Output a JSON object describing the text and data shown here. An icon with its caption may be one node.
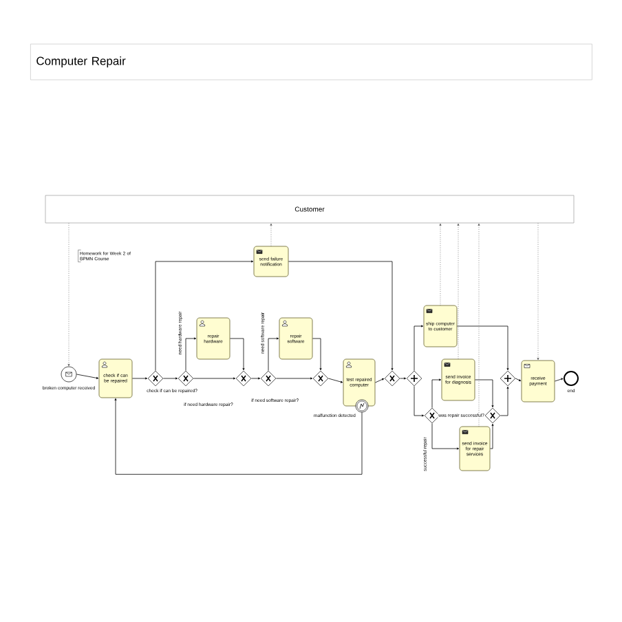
{
  "diagram": {
    "title": "Computer Repair",
    "nodes": [
      {
        "text": [
          "Customer"
        ]
      },
      {
        "text": [
          "Homework for Week 2 of BPMN Course"
        ]
      },
      {
        "text": [],
        "shape": "circle",
        "beside": [
          "broken computer received"
        ]
      },
      {
        "text": [
          "check if can be repaired"
        ]
      },
      {
        "text": [],
        "shape": "diamond",
        "beside": [
          "check if can be repaired?"
        ]
      },
      {
        "text": [],
        "shape": "diamond",
        "beside": [
          "if need hardware repair?"
        ]
      },
      {
        "text": [
          "repair hardware"
        ]
      },
      {
        "text": [],
        "shape": "diamond"
      },
      {
        "text": [],
        "shape": "diamond",
        "beside": [
          "if need software repair?"
        ]
      },
      {
        "text": [
          "repair software"
        ]
      },
      {
        "text": [],
        "shape": "diamond"
      },
      {
        "text": [
          "test repaired computer"
        ]
      },
      {
        "text": [],
        "shape": "circle",
        "beside": [
          "malfunction detected"
        ]
      },
      {
        "text": [
          "send failure notification"
        ]
      },
      {
        "text": [],
        "shape": "diamond"
      },
      {
        "text": [],
        "shape": "diamond"
      },
      {
        "text": [
          "ship computer to customer"
        ]
      },
      {
        "text": [],
        "shape": "diamond",
        "beside": [
          "was repair successful?"
        ]
      },
      {
        "text": [
          "send invoice for diagnosis"
        ]
      },
      {
        "text": [
          "send invoice for repair services"
        ]
      },
      {
        "text": [],
        "shape": "diamond"
      },
      {
        "text": [],
        "shape": "diamond"
      },
      {
        "text": [
          "receive payment"
        ]
      },
      {
        "text": [],
        "shape": "circle",
        "beside": [
          "end"
        ]
      }
    ],
    "edges": [
      {
        "from": 2,
        "to": 3,
        "arrow": "to"
      },
      {
        "from": 3,
        "to": 4,
        "arrow": "to"
      },
      {
        "from": 4,
        "to": 5,
        "arrow": "to"
      },
      {
        "from": 4,
        "to": 13,
        "arrow": "to"
      },
      {
        "from": 13,
        "to": 14,
        "arrow": "to"
      },
      {
        "from": 5,
        "to": 6,
        "arrow": "to",
        "label": "need hardware repair"
      },
      {
        "from": 5,
        "to": 7,
        "arrow": "to"
      },
      {
        "from": 6,
        "to": 7,
        "arrow": "to"
      },
      {
        "from": 7,
        "to": 8,
        "arrow": "to"
      },
      {
        "from": 8,
        "to": 9,
        "arrow": "to",
        "label": "need software repair"
      },
      {
        "from": 8,
        "to": 10,
        "arrow": "to"
      },
      {
        "from": 9,
        "to": 10,
        "arrow": "to"
      },
      {
        "from": 10,
        "to": 11,
        "arrow": "to"
      },
      {
        "from": 11,
        "to": 14,
        "arrow": "to"
      },
      {
        "from": 12,
        "to": 3,
        "arrow": "to"
      },
      {
        "from": 14,
        "to": 15,
        "arrow": "to"
      },
      {
        "from": 15,
        "to": 16,
        "arrow": "to"
      },
      {
        "from": 15,
        "to": 17,
        "arrow": "to"
      },
      {
        "from": 17,
        "to": 18,
        "arrow": "to"
      },
      {
        "from": 17,
        "to": 19,
        "arrow": "to",
        "label": "successful repair"
      },
      {
        "from": 16,
        "to": 21,
        "arrow": "to"
      },
      {
        "from": 18,
        "to": 20,
        "arrow": "to"
      },
      {
        "from": 19,
        "to": 20,
        "arrow": "to"
      },
      {
        "from": 20,
        "to": 21,
        "arrow": "to"
      },
      {
        "from": 21,
        "to": 22,
        "arrow": "to"
      },
      {
        "from": 22,
        "to": 23,
        "arrow": "to"
      },
      {
        "from": 0,
        "to": 2,
        "arrow": "to",
        "style": "dashed"
      },
      {
        "from": 13,
        "to": 0,
        "arrow": "to",
        "style": "dashed"
      },
      {
        "from": 16,
        "to": 0,
        "arrow": "to",
        "style": "dashed"
      },
      {
        "from": 18,
        "to": 0,
        "arrow": "to",
        "style": "dashed"
      },
      {
        "from": 19,
        "to": 0,
        "arrow": "to",
        "style": "dashed"
      },
      {
        "from": 0,
        "to": 22,
        "arrow": "to",
        "style": "dashed"
      }
    ]
  }
}
